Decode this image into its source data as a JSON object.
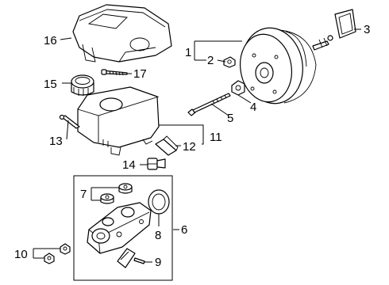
{
  "diagram": {
    "title": "",
    "callouts": [
      "1",
      "2",
      "3",
      "4",
      "5",
      "6",
      "7",
      "8",
      "9",
      "10",
      "11",
      "12",
      "13",
      "14",
      "15",
      "16",
      "17"
    ]
  },
  "parts": [
    {
      "callout": "1",
      "icon": "brake-booster-assembly-icon"
    },
    {
      "callout": "2",
      "icon": "nut-icon"
    },
    {
      "callout": "3",
      "icon": "booster-gasket-icon"
    },
    {
      "callout": "4",
      "icon": "nut-icon"
    },
    {
      "callout": "5",
      "icon": "bolt-icon"
    },
    {
      "callout": "6",
      "icon": "master-cylinder-icon"
    },
    {
      "callout": "7",
      "icon": "reservoir-grommet-icon"
    },
    {
      "callout": "8",
      "icon": "o-ring-seal-icon"
    },
    {
      "callout": "9",
      "icon": "bracket-icon"
    },
    {
      "callout": "10",
      "icon": "nut-icon"
    },
    {
      "callout": "11",
      "icon": "fluid-reservoir-icon"
    },
    {
      "callout": "12",
      "icon": "connector-icon"
    },
    {
      "callout": "13",
      "icon": "pin-icon"
    },
    {
      "callout": "14",
      "icon": "level-sensor-icon"
    },
    {
      "callout": "15",
      "icon": "reservoir-cap-icon"
    },
    {
      "callout": "16",
      "icon": "reservoir-cover-icon"
    },
    {
      "callout": "17",
      "icon": "screw-icon"
    }
  ]
}
